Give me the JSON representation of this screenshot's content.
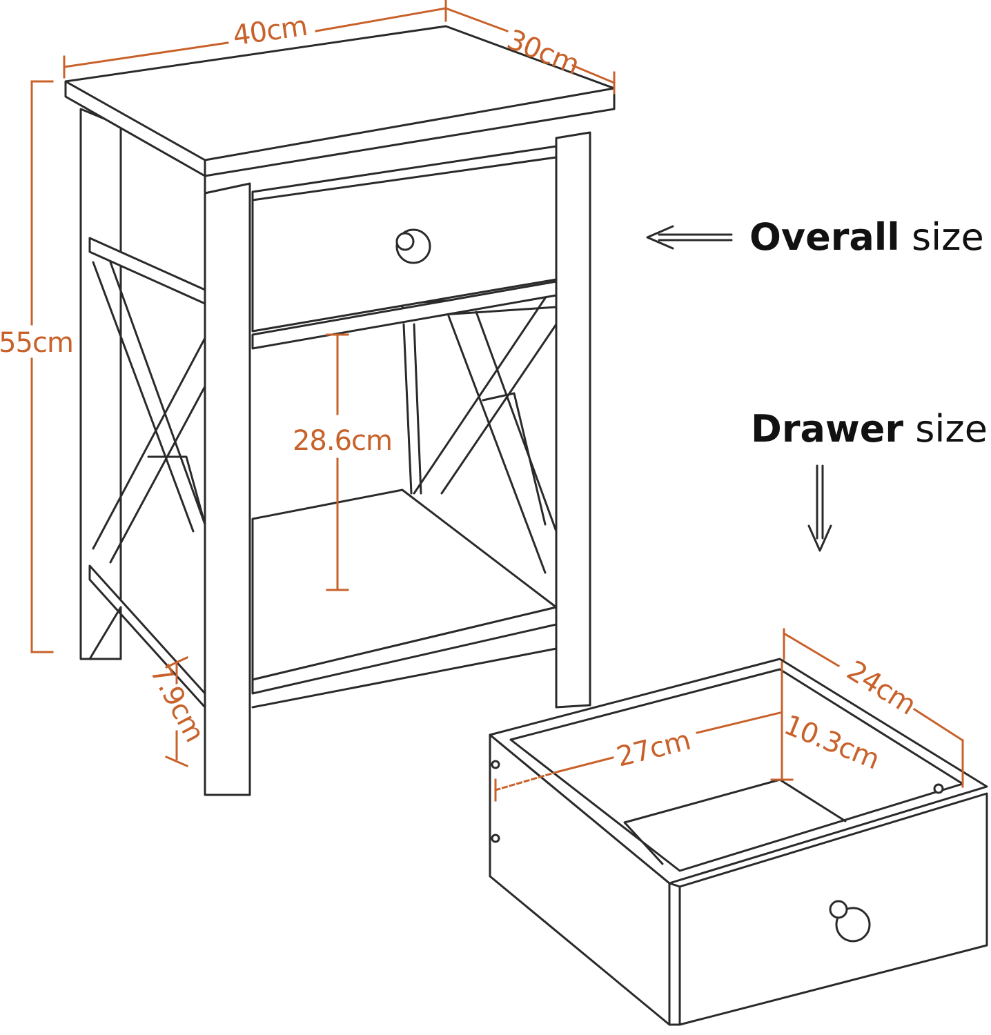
{
  "colors": {
    "dimension": "#c8612a",
    "outline": "#2a2a2a",
    "background": "#ffffff"
  },
  "labels": {
    "overall_bold": "Overall",
    "overall_rest": " size",
    "drawer_bold": "Drawer",
    "drawer_rest": " size"
  },
  "dimensions": {
    "width": "40cm",
    "depth": "30cm",
    "height": "55cm",
    "shelf_gap": "28.6cm",
    "leg_height": "7.9cm",
    "drawer_width": "27cm",
    "drawer_depth": "24cm",
    "drawer_height": "10.3cm"
  },
  "icons": {
    "overall_arrow": "left-arrow-icon",
    "drawer_arrow": "down-arrow-icon"
  }
}
